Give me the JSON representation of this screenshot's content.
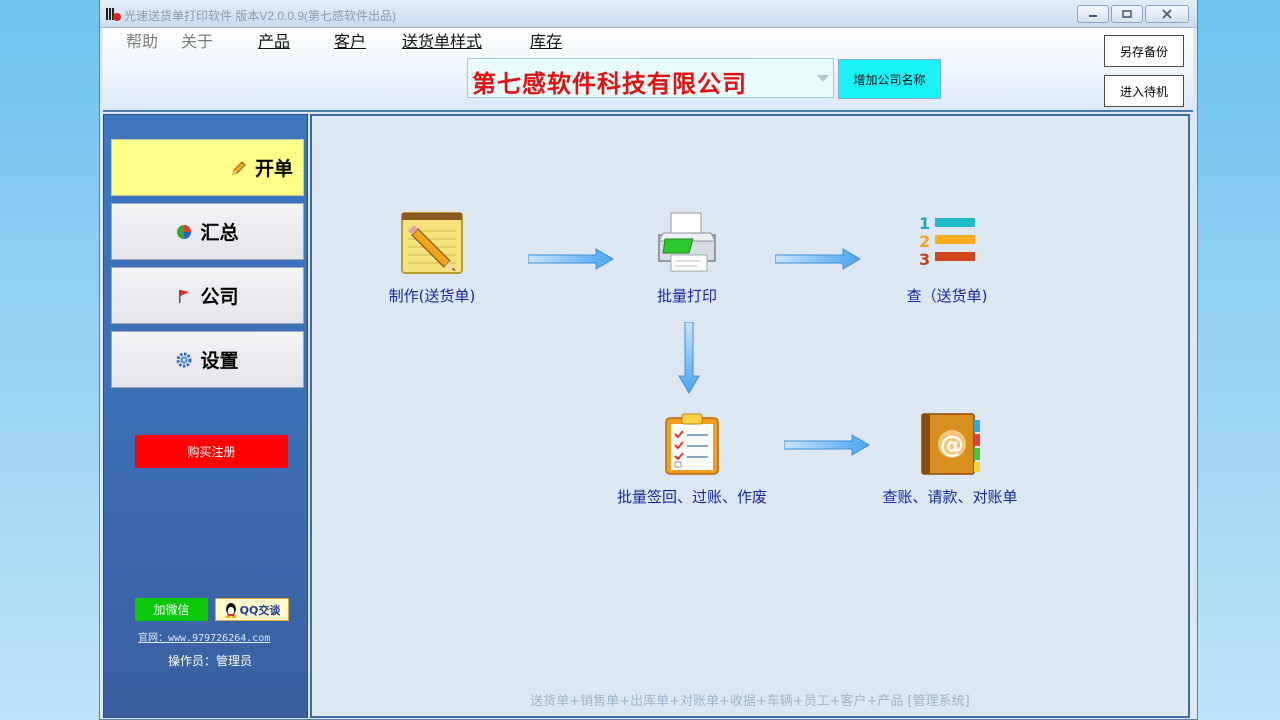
{
  "window": {
    "title": "光速送货单打印软件 版本V2.0.0.9(第七感软件出品)"
  },
  "menu": {
    "help": "帮助",
    "about": "关于",
    "products": "产品",
    "customers": "客户",
    "delivery_style": "送货单样式",
    "inventory": "库存"
  },
  "company": {
    "name": "第七感软件科技有限公司",
    "add_label": "增加公司名称"
  },
  "top_right": {
    "backup_label": "另存备份",
    "standby_label": "进入待机"
  },
  "sidebar": {
    "nav": [
      {
        "label": "开单",
        "icon": "pencil-icon",
        "active": true
      },
      {
        "label": "汇总",
        "icon": "pie-chart-icon",
        "active": false
      },
      {
        "label": "公司",
        "icon": "flag-icon",
        "active": false
      },
      {
        "label": "设置",
        "icon": "gear-icon",
        "active": false
      }
    ],
    "buy_label": "购买注册",
    "wechat_label": "加微信",
    "qq_label": "QQ交谈",
    "website": "官网：www.979726264.com",
    "operator": "操作员：管理员"
  },
  "flow": {
    "make": "制作(送货单)",
    "print": "批量打印",
    "query": "查（送货单)",
    "sign": "批量签回、过账、作废",
    "account": "查账、请款、对账单"
  },
  "footer": "送货单+销售单+出库单+对账单+收据+车辆+员工+客户+产品 [管理系统]",
  "colors": {
    "company_name": "#e61010",
    "add_button": "#19f2f6",
    "buy_button": "#ff0000",
    "wechat_button": "#0bc80b",
    "active_nav": "#ffff8a",
    "flow_label": "#1528a6"
  }
}
